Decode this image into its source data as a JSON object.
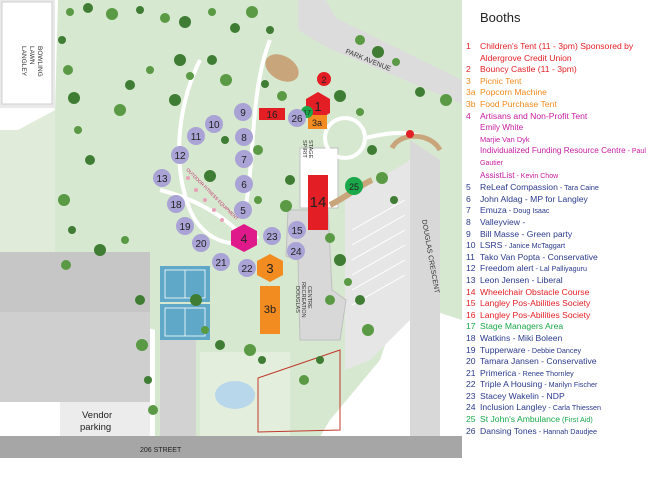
{
  "map": {
    "street_labels": {
      "park_avenue": "PARK AVENUE",
      "douglas_crescent": "DOUGLAS CRESCENT",
      "street_206": "206 STREET"
    },
    "building_labels": {
      "lawn_bowling": [
        "LANGLEY",
        "LAWN",
        "BOWLING"
      ],
      "recreation_centre": [
        "DOUGLAS",
        "RECREATION",
        "CENTRE"
      ],
      "spirit_stage": [
        "SPIRIT",
        "STAGE"
      ],
      "fitness_trail": "OUTDOOR FITNESS EQUIPMENT"
    },
    "vendor_parking": [
      "Vendor",
      "parking"
    ],
    "markers": {
      "m1": "1",
      "m2": "2",
      "m3": "3",
      "m3a": "3a",
      "m3b": "3b",
      "m4": "4",
      "m5": "5",
      "m6": "6",
      "m7": "7",
      "m8": "8",
      "m9": "9",
      "m10": "10",
      "m11": "11",
      "m12": "12",
      "m13": "13",
      "m14": "14",
      "m15": "15",
      "m16": "16",
      "m17": "17",
      "m18": "18",
      "m19": "19",
      "m20": "20",
      "m21": "21",
      "m22": "22",
      "m23": "23",
      "m24": "24",
      "m25": "25",
      "m26": "26"
    },
    "colors": {
      "grass": "#d7e8d0",
      "tree": "#3f7d34",
      "booth_circle": "#a9a3d6",
      "red_booth": "#e31e24",
      "orange_booth": "#f28b20",
      "magenta_booth": "#e0198a",
      "green_booth": "#1aa84a",
      "building": "#cfcfcf"
    }
  },
  "legend": {
    "title": "Booths",
    "items": [
      {
        "num": "1",
        "text": "Children's Tent (11 - 3pm) Sponsored by Aldergrove Credit Union",
        "color": "red"
      },
      {
        "num": "2",
        "text": "Bouncy Castle (11 - 3pm)",
        "color": "red"
      },
      {
        "num": "3",
        "text": "Picnic Tent",
        "color": "orange"
      },
      {
        "num": "3a",
        "text": "Popcorn Machine",
        "color": "orange"
      },
      {
        "num": "3b",
        "text": "Food Purchase Tent",
        "color": "orange"
      },
      {
        "num": "4",
        "text": "Artisans and Non-Profit Tent",
        "color": "magenta"
      },
      {
        "num": "5",
        "text": "ReLeaf Compassion",
        "note": " - Tara Caine",
        "color": "navy"
      },
      {
        "num": "6",
        "text": "John Aldag - MP for Langley",
        "color": "navy"
      },
      {
        "num": "7",
        "text": "Emuza",
        "note": " - Doug Isaac",
        "color": "navy"
      },
      {
        "num": "8",
        "text": "Valleyview -",
        "color": "navy"
      },
      {
        "num": "9",
        "text": "Bill Masse - Green party",
        "color": "navy"
      },
      {
        "num": "10",
        "text": "LSRS",
        "note": " - Janice McTaggart",
        "color": "navy"
      },
      {
        "num": "11",
        "text": "Tako Van Popta - Conservative",
        "color": "navy"
      },
      {
        "num": "12",
        "text": "Freedom alert",
        "note": " - Lal Palliyaguru",
        "color": "navy"
      },
      {
        "num": "13",
        "text": "Leon Jensen - Liberal",
        "color": "navy"
      },
      {
        "num": "14",
        "text": "Wheelchair Obstacle Course",
        "color": "red"
      },
      {
        "num": "15",
        "text": "Langley Pos-Abilities Society",
        "color": "red"
      },
      {
        "num": "16",
        "text": "Langley Pos-Abilities Society",
        "color": "red"
      },
      {
        "num": "17",
        "text": "Stage Managers Area",
        "color": "green"
      },
      {
        "num": "18",
        "text": "Watkins - Miki Boleen",
        "color": "navy"
      },
      {
        "num": "19",
        "text": "Tupperware",
        "note": " - Debbie Dancey",
        "color": "navy"
      },
      {
        "num": "20",
        "text": "Tamara Jansen - Conservative",
        "color": "navy"
      },
      {
        "num": "21",
        "text": "Primerica",
        "note": " - Renee Thornley",
        "color": "navy"
      },
      {
        "num": "22",
        "text": "Triple A Housing",
        "note": " - Marilyn Fischer",
        "color": "navy"
      },
      {
        "num": "23",
        "text": "Stacey Wakelin - NDP",
        "color": "navy"
      },
      {
        "num": "24",
        "text": "Inclusion Langley",
        "note": " - Carla Thiessen",
        "color": "navy"
      },
      {
        "num": "25",
        "text": "St John's Ambulance",
        "note": " (First Aid)",
        "color": "green"
      },
      {
        "num": "26",
        "text": "Dansing Tones",
        "note": " - Hannah Daudjee",
        "color": "navy"
      }
    ],
    "artisans": [
      {
        "text": "Emily White"
      },
      {
        "text": "Marjie Van Dyk",
        "small": true
      },
      {
        "text": "Individualized Funding  Resource Centre",
        "note": " - Paul Gautier"
      },
      {
        "text": "AssistList",
        "note": " - Kevin Chow"
      }
    ]
  }
}
